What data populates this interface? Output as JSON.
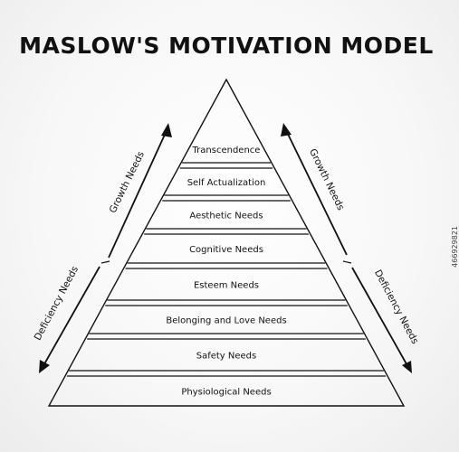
{
  "title": "MASLOW'S MOTIVATION MODEL",
  "levels": [
    "Transcendence",
    "Self Actualization",
    "Aesthetic Needs",
    "Cognitive Needs",
    "Esteem Needs",
    "Belonging and Love Needs",
    "Safety Needs",
    "Physiological Needs"
  ],
  "left_side": {
    "upper": "Growth Needs",
    "lower": "Deficiency Needs"
  },
  "right_side": {
    "upper": "Growth Needs",
    "lower": "Deficiency Needs"
  },
  "watermark": "466929821",
  "colors": {
    "line": "#111111",
    "background": "#f7f7f7"
  }
}
